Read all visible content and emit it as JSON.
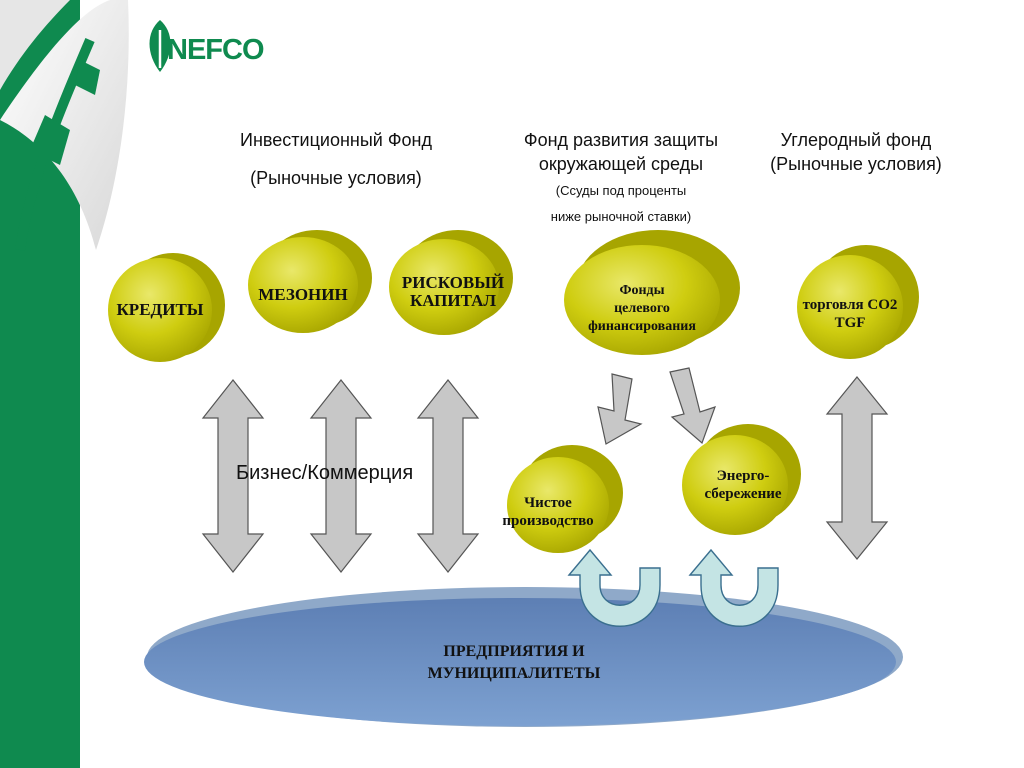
{
  "logo": {
    "text": "NEFCO"
  },
  "headers": {
    "investment_fund": {
      "line1": "Инвестиционный Фонд",
      "line2": "(Рыночные условия)"
    },
    "environment_fund": {
      "line1": "Фонд развития защиты",
      "line2": "окружающей среды",
      "line3": "(Ссуды под проценты",
      "line4": "ниже рыночной ставки)"
    },
    "carbon_fund": {
      "line1": "Углеродный фонд",
      "line2": "(Рыночные условия)"
    }
  },
  "instruments": {
    "credits": "КРЕДИТЫ",
    "mezzanine": "МЕЗОНИН",
    "risk_capital_1": "РИСКОВЫЙ",
    "risk_capital_2": "КАПИТАЛ",
    "target_funds_1": "Фонды",
    "target_funds_2": "целевого",
    "target_funds_3": "финансирования",
    "co2_trade_1": "торговля CO2",
    "co2_trade_2": "TGF",
    "clean_prod_1": "Чистое",
    "clean_prod_2": "производство",
    "energy_1": "Энерго-",
    "energy_2": "сбережение"
  },
  "business_label": "Бизнес/Коммерция",
  "enterprises": {
    "line1": "ПРЕДПРИЯТИЯ И",
    "line2": "МУНИЦИПАЛИТЕТЫ"
  },
  "colors": {
    "green": "#0f8a4f",
    "disk": "#c9c800",
    "disk_shadow": "#9c9a00",
    "ellipse": "#7396c8",
    "arrow": "#c7c7c7",
    "uturn": "#c4e4e4"
  }
}
